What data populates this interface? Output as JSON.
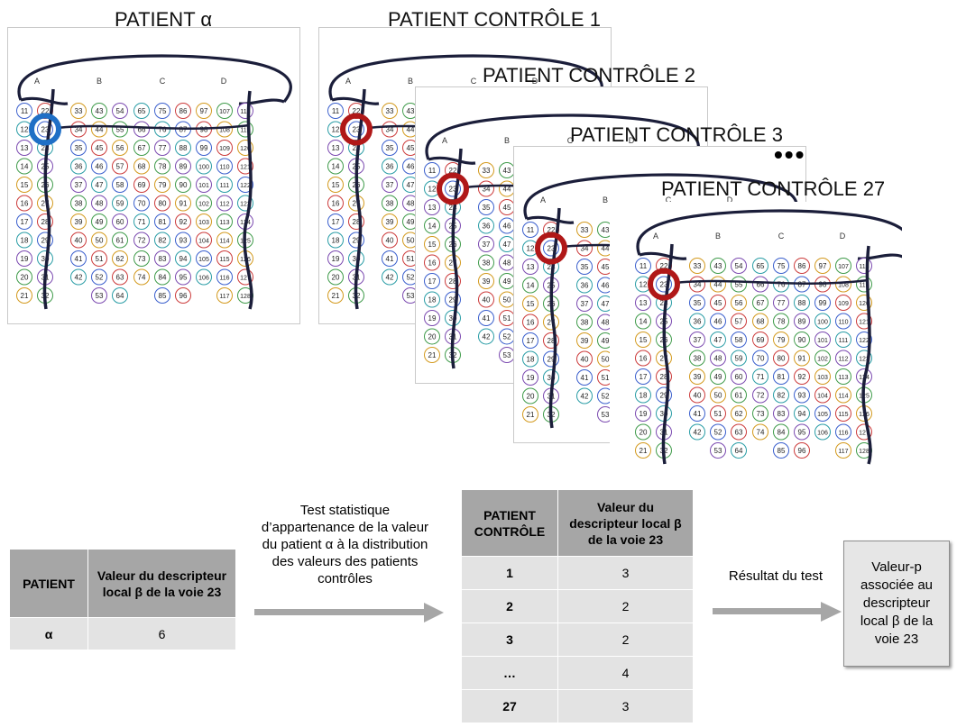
{
  "panels": [
    {
      "title": "PATIENT α",
      "marker_color": "#1f6fc6"
    },
    {
      "title": "PATIENT CONTRÔLE 1",
      "marker_color": "#b01818"
    },
    {
      "title": "PATIENT CONTRÔLE 2",
      "marker_color": "#b01818"
    },
    {
      "title": "PATIENT CONTRÔLE 3",
      "marker_color": "#b01818"
    },
    {
      "title": "PATIENT CONTRÔLE 27",
      "marker_color": "#b01818"
    }
  ],
  "ellipsis": "•••",
  "grid": {
    "column_letters": [
      "A",
      "B",
      "C",
      "D"
    ],
    "highlighted_number": "23",
    "numbers": [
      [
        [
          "11",
          "22"
        ],
        [
          "33",
          "43",
          "54"
        ],
        [
          "65",
          "75",
          "86"
        ],
        [
          "97",
          "107",
          "118"
        ]
      ],
      [
        [
          "12",
          "23"
        ],
        [
          "34",
          "44",
          "55"
        ],
        [
          "66",
          "76",
          "87"
        ],
        [
          "98",
          "108",
          "119"
        ]
      ],
      [
        [
          "13",
          "24"
        ],
        [
          "35",
          "45",
          "56"
        ],
        [
          "67",
          "77",
          "88"
        ],
        [
          "99",
          "109",
          "120"
        ]
      ],
      [
        [
          "14",
          "25"
        ],
        [
          "36",
          "46",
          "57"
        ],
        [
          "68",
          "78",
          "89"
        ],
        [
          "100",
          "110",
          "121"
        ]
      ],
      [
        [
          "15",
          "26"
        ],
        [
          "37",
          "47",
          "58"
        ],
        [
          "69",
          "79",
          "90"
        ],
        [
          "101",
          "111",
          "122"
        ]
      ],
      [
        [
          "16",
          "27"
        ],
        [
          "38",
          "48",
          "59"
        ],
        [
          "70",
          "80",
          "91"
        ],
        [
          "102",
          "112",
          "123"
        ]
      ],
      [
        [
          "17",
          "28"
        ],
        [
          "39",
          "49",
          "60"
        ],
        [
          "71",
          "81",
          "92"
        ],
        [
          "103",
          "113",
          "124"
        ]
      ],
      [
        [
          "18",
          "29"
        ],
        [
          "40",
          "50",
          "61"
        ],
        [
          "72",
          "82",
          "93"
        ],
        [
          "104",
          "114",
          "125"
        ]
      ],
      [
        [
          "19",
          "30"
        ],
        [
          "41",
          "51",
          "62"
        ],
        [
          "73",
          "83",
          "94"
        ],
        [
          "105",
          "115",
          "126"
        ]
      ],
      [
        [
          "20",
          "31"
        ],
        [
          "42",
          "52",
          "63"
        ],
        [
          "74",
          "84",
          "95"
        ],
        [
          "106",
          "116",
          "127"
        ]
      ],
      [
        [
          "21",
          "32"
        ],
        [
          "",
          "53",
          "64"
        ],
        [
          "",
          "85",
          "96"
        ],
        [
          "",
          "117",
          "128"
        ]
      ]
    ]
  },
  "patient_table": {
    "headers": [
      "PATIENT",
      "Valeur du descripteur local β de la voie 23"
    ],
    "rows": [
      [
        "α",
        "6"
      ]
    ]
  },
  "test_description": "Test statistique d’appartenance de la valeur du patient α  à la distribution des valeurs des patients contrôles",
  "control_table": {
    "headers": [
      "PATIENT CONTRÔLE",
      "Valeur du descripteur local β de la voie 23"
    ],
    "rows": [
      [
        "1",
        "3"
      ],
      [
        "2",
        "2"
      ],
      [
        "3",
        "2"
      ],
      [
        "…",
        "4"
      ],
      [
        "27",
        "3"
      ]
    ]
  },
  "result_label": "Résultat du test",
  "result_box": "Valeur-p associée au descripteur local β de la voie 23",
  "colors": {
    "arrow": "#a6a6a6",
    "table_header": "#a6a6a6",
    "table_cell": "#e3e3e3",
    "grid_line": "#1b1e3a"
  }
}
